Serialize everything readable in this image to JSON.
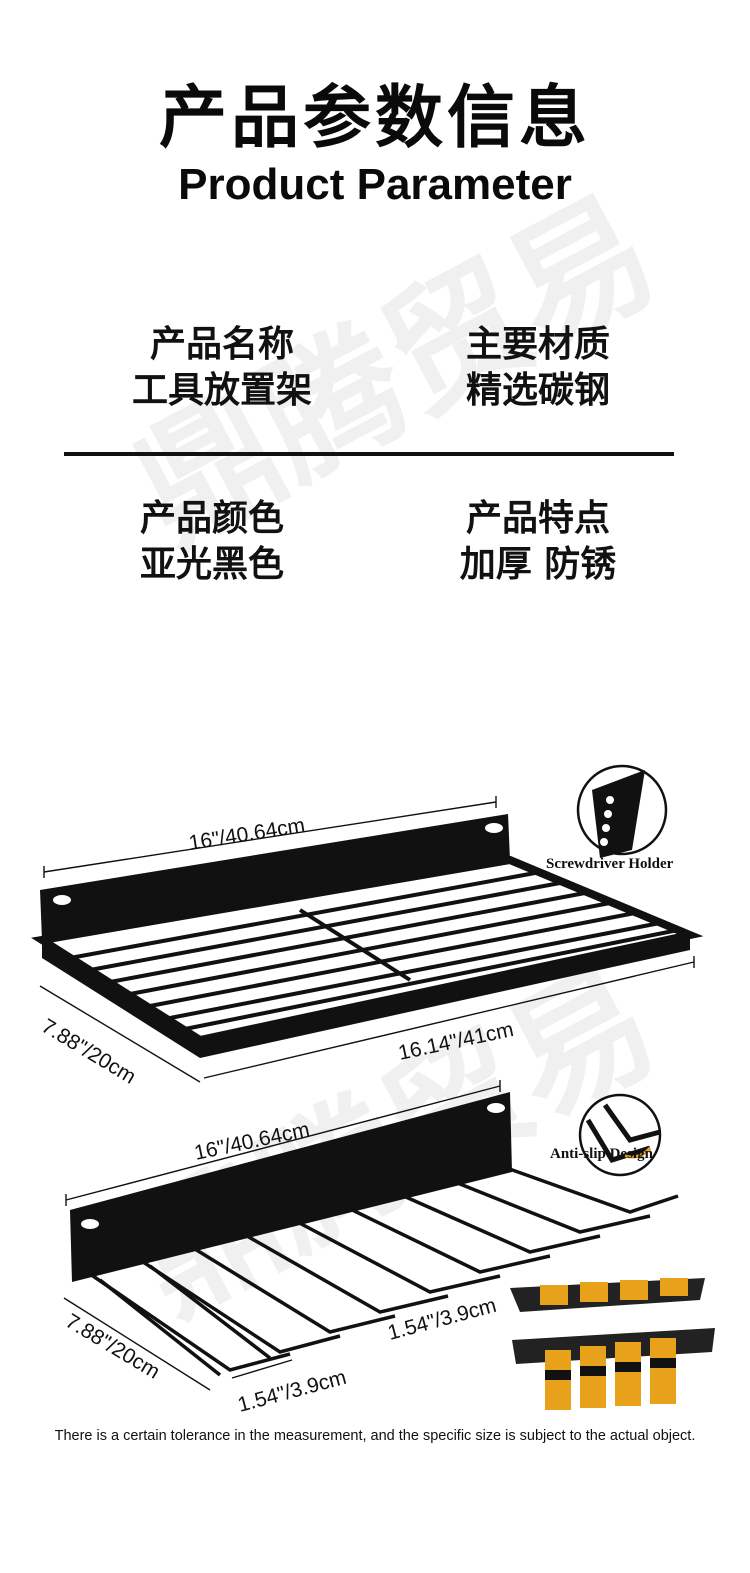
{
  "header": {
    "title_cn": "产品参数信息",
    "title_en": "Product Parameter"
  },
  "params": [
    {
      "label": "产品名称",
      "value": "工具放置架"
    },
    {
      "label": "主要材质",
      "value": "精选碳钢"
    },
    {
      "label": "产品颜色",
      "value": "亚光黑色"
    },
    {
      "label": "产品特点",
      "value": "加厚 防锈"
    }
  ],
  "watermark": "鼎腾贸易",
  "illustration": {
    "shelf": {
      "width_label": "16\"/40.64cm",
      "depth_label": "7.88\"/20cm",
      "length_label": "16.14\"/41cm",
      "callout": "Screwdriver Holder"
    },
    "rack": {
      "width_label": "16\"/40.64cm",
      "depth_label": "7.88\"/20cm",
      "gap_label_1": "1.54\"/3.9cm",
      "gap_label_2": "1.54\"/3.9cm",
      "callout": "Anti-slip Design"
    }
  },
  "colors": {
    "steel": "#111111",
    "tool_orange": "#e8a11a"
  },
  "footer": {
    "note": "There is a certain tolerance in the measurement, and the specific size is subject to the actual object."
  }
}
